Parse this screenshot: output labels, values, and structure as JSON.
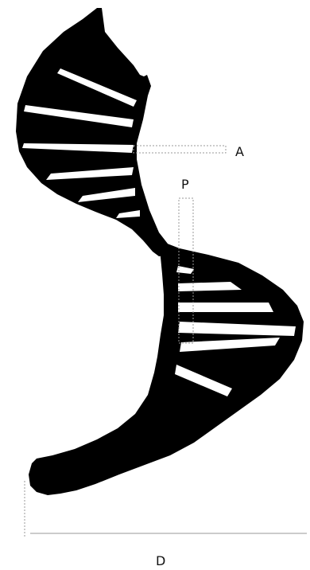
{
  "diagram": {
    "labels": {
      "a": "A",
      "p": "P",
      "d": "D"
    },
    "colors": {
      "stair_body": "#000000",
      "treads": "#ffffff",
      "dimension_lines": "#9a9a9a",
      "background": "#ffffff"
    }
  }
}
